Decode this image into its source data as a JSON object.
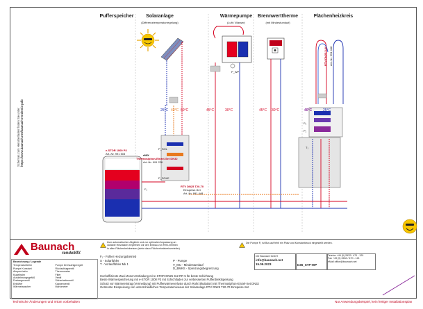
{
  "headers": {
    "pufferspeicher": "Pufferspeicher",
    "solaranlage": "Solaranlage",
    "solaranlage_sub": "(Differenztemperaturregelung)",
    "waermepumpe": "Wärmepumpe",
    "waermepumpe_sub": "(Luft / Wasser)",
    "brennwerttherme": "Brennwerttherme",
    "brennwerttherme_sub": "(mit Mindestumlauf)",
    "flaechenheizkreis": "Flächenheizkreis"
  },
  "side_text": {
    "line1": "Schemas zum Herunterladen finden Sie unter",
    "line2": "https://www.baunach.net/baunach-rendemix-pdb"
  },
  "temperatures": {
    "solar_25": "25°C",
    "solar_40": "40°C",
    "solar_60": "60°C",
    "wp_45": "45°C",
    "wp_30": "30°C",
    "bw_45": "45°C",
    "bw_30": "30°C",
    "fh_40": "40°C",
    "fh_25": "25°C"
  },
  "component_labels": {
    "puffer_title": "e-STOR 1000 P3",
    "puffer_art": "Art.-Nr. 991 503",
    "solar_set_title": "rMIX",
    "solar_set_sub": "Thermosiphon-Einzel-Set DN32",
    "solar_set_art": "Art.-Nr. 991 226",
    "rtv_title": "RTV DN25 T20-70",
    "rtv_sub": "Einspeise-Set",
    "rtv_art": "Art.-Nr. 991 448",
    "fh_module": "RTV DN25 3-W",
    "fh_module_art": "Art.-Nr. 991 448",
    "pv1": "P₁",
    "pv2": "P₂",
    "psol": "P_SOL",
    "pwp": "P_WP",
    "psole": "P_SOLE",
    "f_label": "F₁",
    "t_label": "T₁"
  },
  "notice": {
    "line1": "Zum automatischen Abgleich und zur optimalen Anpassung an",
    "line2": "variable Heizlasten empfehlen wir den Einbau von RTB-Ventilen",
    "line3": "in allen Flächenheizkreisen (siehe dazu Flächenheizkreisverteiler)",
    "pump_text": "Die Pumpe P₁ ist Bus auf fehlt ein Platz und Konstantdruck eingestellt werden."
  },
  "logo": {
    "brand": "Baunach",
    "sub": "rendeMIX"
  },
  "legend": {
    "title": "Bezeichnung / Legende",
    "items": [
      "Temperaturfühler",
      "Pumpe Drehzahlgeregelt",
      "Pumpe Konstant",
      "Rückschlagventil",
      "Absperrhahn",
      "Thermometer",
      "Kugelhahn",
      "Filter",
      "Ausdehnungsgefäß",
      "Ventil",
      "Dreiwegeventil",
      "Sicherheitsventil",
      "Entlüfter",
      "Kappenventil",
      "Wärmetauscher",
      "Manometer"
    ]
  },
  "sensor_legend": [
    "F₁ - Fühler Heizungsbetrieb",
    "S - Solarfühler",
    "T - Vorlauffühler Mk 1"
  ],
  "pump_legend": [
    "P - Pumpe",
    "V_MU - Mindestumlauf",
    "D_BMKS - Spreizungsbegrenzung"
  ],
  "company": {
    "address": "Die Baunach GmbH",
    "email": "info@baunach.net",
    "date": "15.09.2023",
    "doc_no": "D36_STP-WP",
    "phone_label": "Telefon",
    "fax_label": "Fax",
    "phone": "+49 (0) 2632 / 470 - 120",
    "fax": "+49 (0) 2632 / 470 - 121",
    "email_label": "eMail",
    "email2": "office@baunach.net"
  },
  "notes": [
    "Hocheffiziente Zwei-Zonen-Entladung mit e-STOR DN25 3x2 RR 5 für beste Schichtung",
    "Beste Wärmespeicherung mit e-STOR 1000 P3 mit Schichtladen zur verbesserten Pufferdirektspeisung",
    "Schutz vor Wärmeeintrag (Vermeidung) mit Pufferwärmeverluste durch Rohrzirkulation) mit Thermosiphon-Einzel-Set DN32",
    "Getrennte Einspeisung von unterschiedlichen Temperaturniveaus der Solaranlage RTV DN25 T20-70 Einspeise-Set"
  ],
  "bottom": {
    "left": "Technische Änderungen und Irrtüm vorbehalten",
    "right": "Nur Anwendungsbeispiel, kein fertiger Installationsplan"
  },
  "colors": {
    "hot": "#d5001f",
    "cold": "#1a2fb0",
    "solar_flow": "#e87a1e",
    "pipe_grey": "#888888"
  }
}
